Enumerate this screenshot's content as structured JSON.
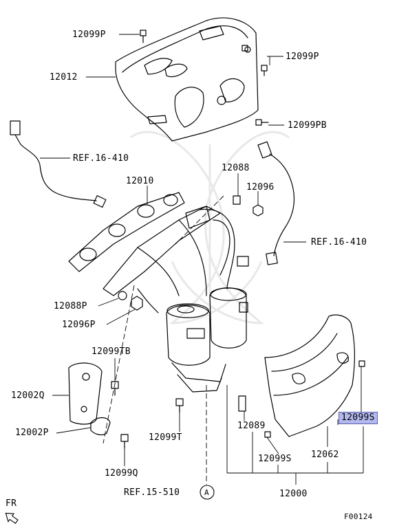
{
  "labels": {
    "p12099P_top": "12099P",
    "p12012": "12012",
    "p12099P_right": "12099P",
    "p12099PB": "12099PB",
    "ref16_410_left": "REF.16-410",
    "p12088_top": "12088",
    "p12010": "12010",
    "p12096_top": "12096",
    "ref16_410_right": "REF.16-410",
    "p12088P": "12088P",
    "p12096P": "12096P",
    "p12099TB": "12099TB",
    "p12002Q": "12002Q",
    "p12099S_hl": "12099S",
    "p12002P": "12002P",
    "p12089": "12089",
    "p12099T": "12099T",
    "p12062": "12062",
    "p12099S_bottom": "12099S",
    "p12099Q": "12099Q",
    "ref15_510": "REF.15-510",
    "circleA": "A",
    "p12000": "12000",
    "fr": "FR",
    "figure_code": "F00124"
  },
  "colors": {
    "line": "#000000",
    "highlight_fill": "#b3b8ee",
    "highlight_border": "#5a5fb0",
    "watermark": "#e6e6e6"
  },
  "icons": {
    "fr": "front-arrow-icon",
    "watermark": "brand-watermark-icon"
  }
}
